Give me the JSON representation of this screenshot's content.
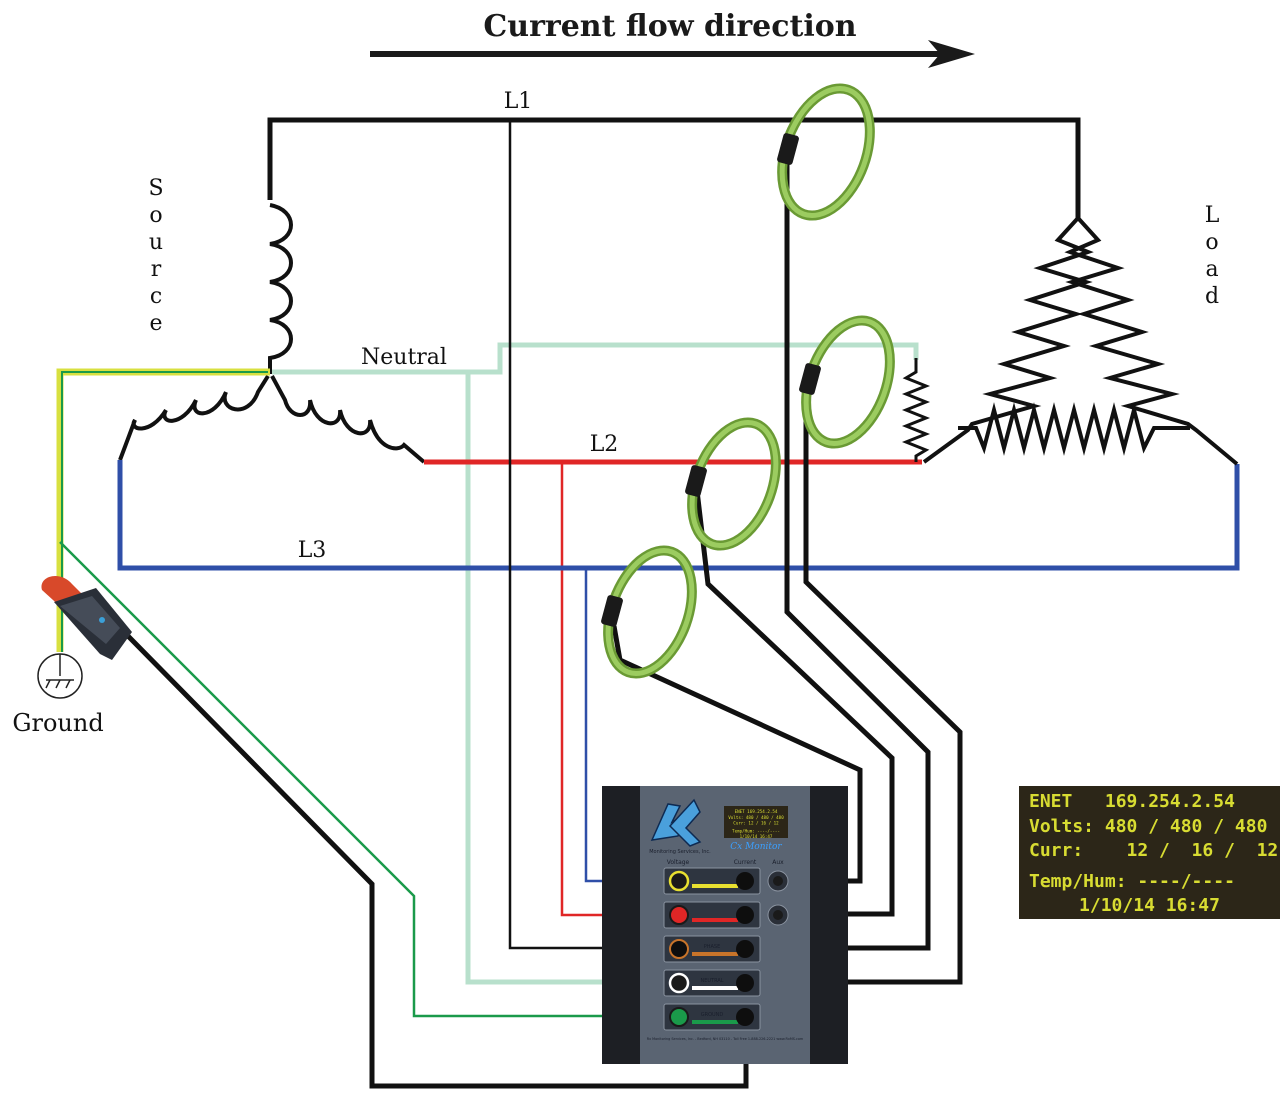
{
  "title": "Current flow direction",
  "labels": {
    "l1": "L1",
    "l2": "L2",
    "l3": "L3",
    "neutral": "Neutral",
    "source": "Source",
    "load": "Load",
    "ground": "Ground"
  },
  "colors": {
    "l1": "#111111",
    "l2": "#e02626",
    "l3": "#2f4fa8",
    "neutral": "#b8e0cc",
    "ground": "#1a9a4a",
    "ground_yellow": "#d8e040",
    "rogowski": "#7cb342",
    "lcd_text": "#d8dc32",
    "lcd_bg": "#2c2618"
  },
  "meter": {
    "company": "Monitoring Services, Inc.",
    "product": "Cx Monitor",
    "col_voltage": "Voltage",
    "col_current": "Current",
    "col_aux": "Aux",
    "row_phase": "PHASE",
    "row_neutral": "NEUTRAL",
    "row_ground": "GROUND",
    "footer": "Rx Monitoring Services, Inc. - Bedford, NH 03110 - Toll Free 1-888-226-2221 www.RxMS.com",
    "mini_lcd": [
      "ENET  169.254.2.54",
      "Volts: 480 / 480 / 480",
      "Curr:   12 /  16 /  12",
      "Temp/Hum: ----/----",
      "1/10/14 16:47"
    ]
  },
  "lcd": {
    "line1": "ENET   169.254.2.54",
    "line2": "Volts: 480 / 480 / 480",
    "line3": "Curr:    12 /  16 /  12",
    "line4": "Temp/Hum: ----/----",
    "line5": "1/10/14 16:47"
  }
}
